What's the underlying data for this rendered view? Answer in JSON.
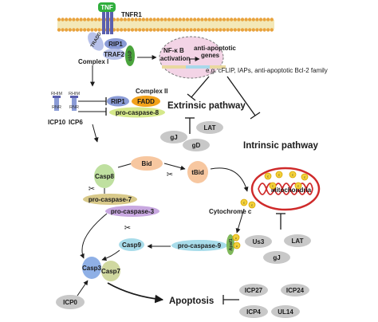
{
  "labels": {
    "tnf": "TNF",
    "tnfr1": "TNFR1",
    "tradd": "TRADD",
    "rip1_top": "RIP1",
    "traf2": "TRAF2",
    "ciap": "cIAP",
    "complex1": "Complex I",
    "nfkb": "NF-κ B",
    "activation": "activation",
    "anti_apoptotic": "anti-apoptotic",
    "genes": "genes",
    "genes_eg": "e.g. cFLIP, IAPs, anti-apoptotic Bcl-2 family",
    "complex2": "Complex II",
    "rip1_mid": "RIP1",
    "fadd": "FADD",
    "procasp8": "pro-caspase-8",
    "rhim1": "RHIM",
    "rnr1": "RNR",
    "rhim2": "RHIM",
    "rnr2": "RNR",
    "icp10": "ICP10",
    "icp6": "ICP6",
    "extrinsic": "Extrinsic pathway",
    "intrinsic": "Intrinsic pathway",
    "lat_top": "LAT",
    "gj_top": "gJ",
    "gd": "gD",
    "casp8": "Casp8",
    "bid": "Bid",
    "tbid": "tBid",
    "mitochondria": "Mitochondria",
    "cytochrome_c": "Cytochrome c",
    "procasp7": "pro-caspase-7",
    "procasp3": "pro-caspase-3",
    "casp9": "Casp9",
    "procasp9": "pro-caspase-9",
    "apaf1": "Apaf1",
    "us3": "Us3",
    "lat_bot": "LAT",
    "gj_bot": "gJ",
    "casp3": "Casp3",
    "casp7": "Casp7",
    "icp0": "ICP0",
    "apoptosis": "Apoptosis",
    "icp27": "ICP27",
    "icp24": "ICP24",
    "icp4": "ICP4",
    "ul14": "UL14",
    "c_mark": "c"
  },
  "colors": {
    "tnf": "#2fae3c",
    "receptor": "#5a5fae",
    "rip1": "#8a9bd6",
    "traf2": "#b8c2ea",
    "ciap": "#4aa43c",
    "nucleus": "#f3d4e6",
    "fadd": "#f2a11a",
    "procasp8": "#d5e88a",
    "gray_oval": "#c8c8c8",
    "casp8": "#bfe0a0",
    "bid": "#f7c7a0",
    "procasp7": "#d8c98a",
    "procasp3": "#c8a8e0",
    "casp9": "#a8dcea",
    "procasp9": "#a8dcea",
    "apaf1": "#7fb85a",
    "casp3": "#8fb0e6",
    "casp7": "#d0d8a0",
    "mito_red": "#cf2a2a",
    "cytc": "#f2d03a"
  }
}
